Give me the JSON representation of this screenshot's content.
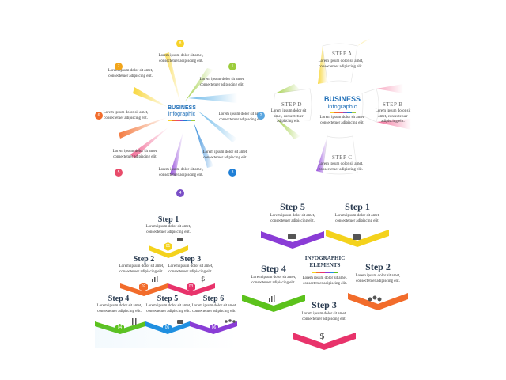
{
  "lorem": "Lorem ipsum dolor sit amet, consectetuer adipiscing elit.",
  "radial": {
    "title": "BUSINESS",
    "subtitle": "infographic",
    "numbers": [
      "1",
      "2",
      "3",
      "4",
      "5",
      "6",
      "7",
      "8"
    ],
    "colors": [
      "#9ccc3c",
      "#5aa6e0",
      "#1f7fd6",
      "#7a4fc7",
      "#e84b6a",
      "#f26c2b",
      "#f2a51a",
      "#f7d228"
    ]
  },
  "cross": {
    "title": "BUSINESS",
    "subtitle": "infographic",
    "steps": [
      "STEP A",
      "STEP B",
      "STEP C",
      "STEP D"
    ],
    "colors": [
      "#f4e53a",
      "#f0466e",
      "#8a3cd6",
      "#8ad63c"
    ]
  },
  "pyramid": {
    "steps": [
      "Step 1",
      "Step 2",
      "Step 3",
      "Step 4",
      "Step 5",
      "Step 6"
    ],
    "numbers": [
      "01",
      "02",
      "03",
      "04",
      "05",
      "06"
    ],
    "colors": [
      "#f4d21c",
      "#f26c2b",
      "#e8336b",
      "#5cc21c",
      "#1f8fe0",
      "#8a3cd6"
    ],
    "icons": [
      "monitor-icon",
      "chart-icon",
      "dollar-icon",
      "tools-icon",
      "briefcase-icon",
      "people-icon"
    ]
  },
  "cluster": {
    "center_title_1": "INFOGRAPHIC",
    "center_title_2": "ELEMENTS",
    "steps": [
      "Step 5",
      "Step 1",
      "Step 4",
      "Step 2",
      "Step 3"
    ],
    "colors": [
      "#8a3cd6",
      "#f4d21c",
      "#5cc21c",
      "#f26c2b",
      "#e8336b"
    ]
  }
}
